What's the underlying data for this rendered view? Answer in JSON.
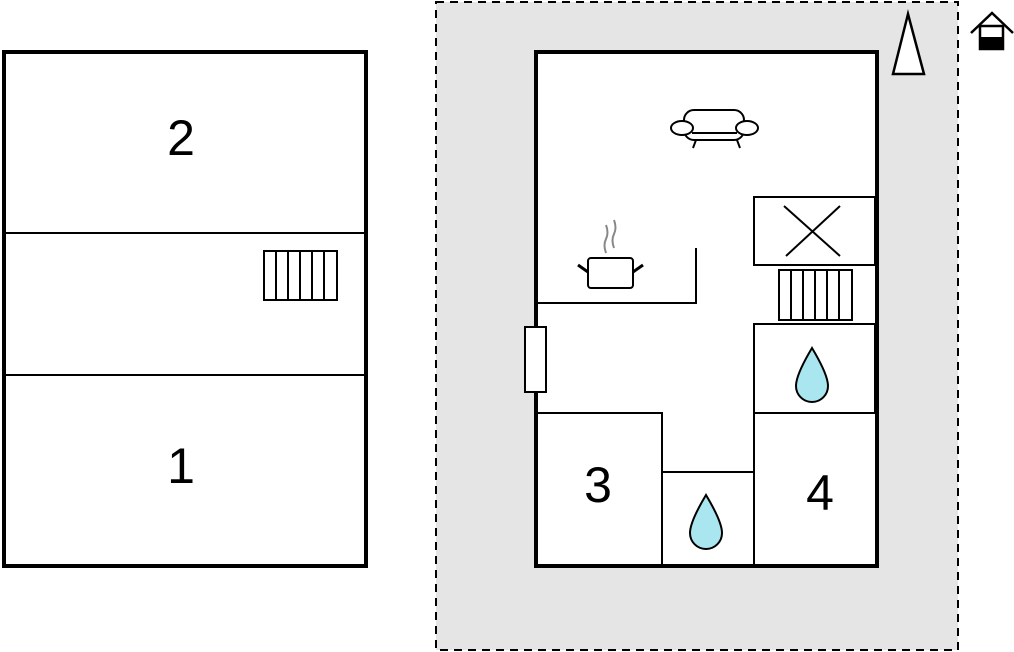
{
  "plan": {
    "upper_floor": {
      "room_top": "2",
      "room_bottom": "1"
    },
    "ground_floor": {
      "room_left": "3",
      "room_right": "4"
    }
  },
  "icons": [
    "north-arrow-icon",
    "house-floor-icon",
    "sofa-icon",
    "cooking-pot-icon",
    "void-cross-icon",
    "stairs-icon",
    "water-drop-icon"
  ],
  "colors": {
    "plot_area": "#e5e5e5",
    "water": "#a9e6f0",
    "wall": "#000000"
  }
}
